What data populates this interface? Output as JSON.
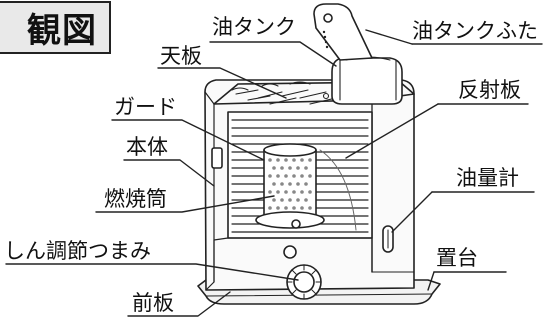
{
  "title": "観図",
  "labels": {
    "abura_tank": "油タンク",
    "abura_tank_futa": "油タンクふた",
    "tenban": "天板",
    "hanshaban": "反射板",
    "guard": "ガード",
    "hontai": "本体",
    "yuryokei": "油量計",
    "nenshoto": "燃焼筒",
    "shin_chosetsu": "しん調節つまみ",
    "okidai": "置台",
    "maeita": "前板"
  }
}
